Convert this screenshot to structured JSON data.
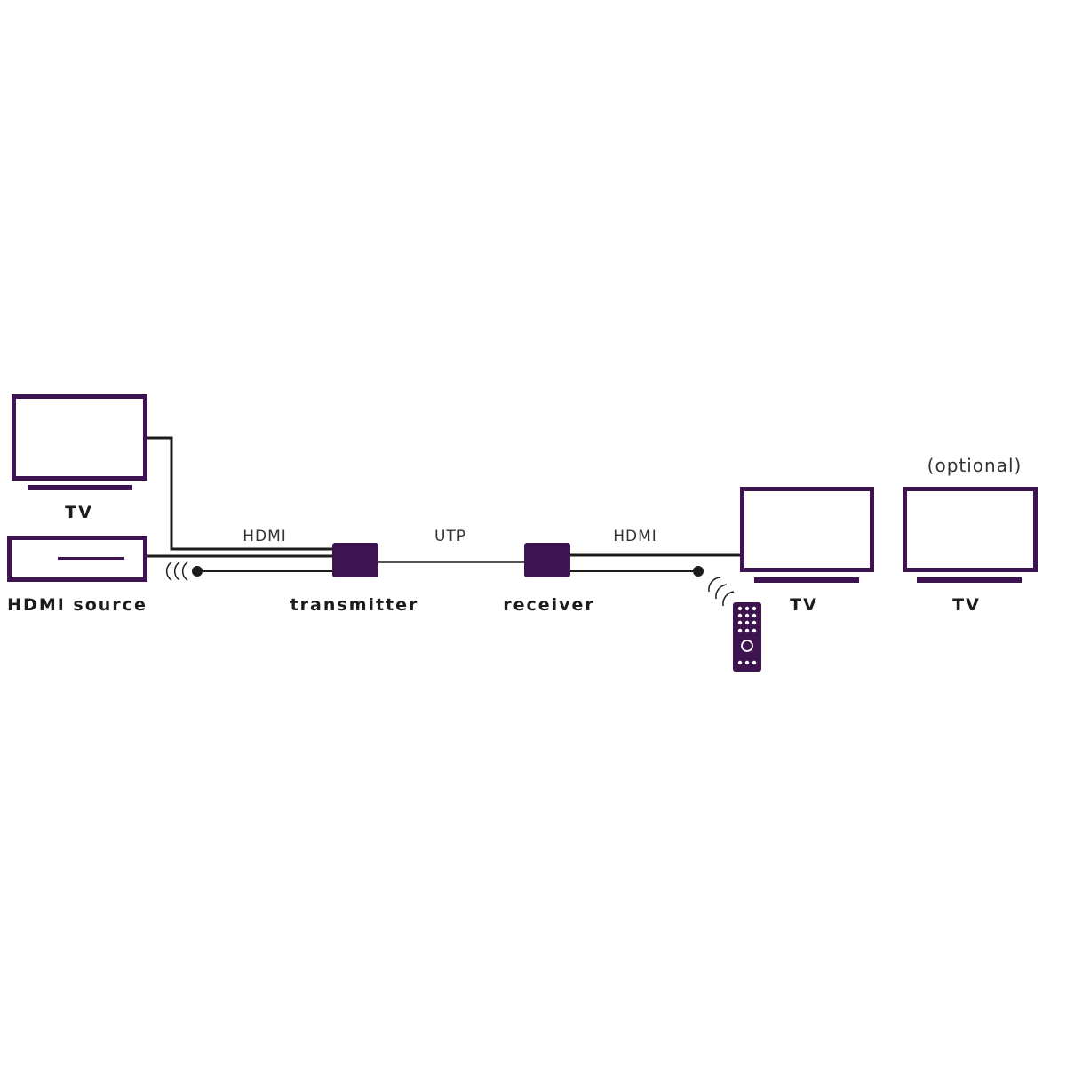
{
  "devices": {
    "tv_top_left": "TV",
    "hdmi_source": "HDMI source",
    "transmitter": "transmitter",
    "receiver": "receiver",
    "tv_main": "TV",
    "tv_optional": "TV",
    "optional_note": "(optional)"
  },
  "cables": {
    "hdmi_in": "HDMI",
    "utp": "UTP",
    "hdmi_out": "HDMI"
  },
  "colors": {
    "device": "#3d1450",
    "cable": "#1c1c1c"
  }
}
